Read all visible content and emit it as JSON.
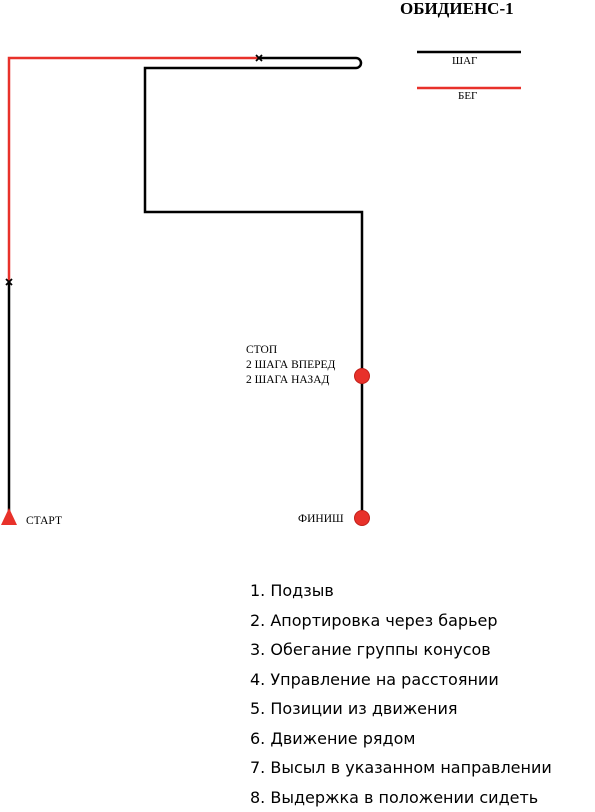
{
  "title": "ОБИДИЕНС-1",
  "legend": {
    "walk": {
      "label": "ШАГ",
      "color": "#000000"
    },
    "run": {
      "label": "БЕГ",
      "color": "#e8312a"
    }
  },
  "markers": {
    "start": "СТАРТ",
    "finish": "ФИНИШ",
    "stop_lines": [
      "СТОП",
      "2 ШАГА ВПЕРЕД",
      "2 ШАГА НАЗАД"
    ]
  },
  "colors": {
    "path_walk": "#000000",
    "path_run": "#e8312a",
    "marker": "#e8312a"
  },
  "exercises": [
    "1. Подзыв",
    "2. Апортировка через барьер",
    "3. Обегание группы конусов",
    "4. Управление на расстоянии",
    "5. Позиции из движения",
    "6. Движение рядом",
    "7. Высыл в указанном направлении",
    "8. Выдержка в положении сидеть"
  ]
}
